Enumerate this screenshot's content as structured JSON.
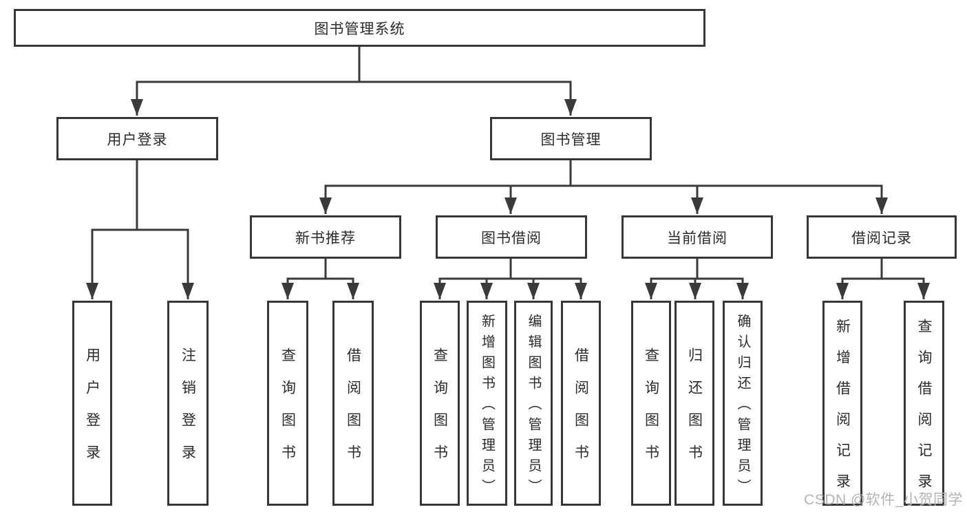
{
  "tree": {
    "label": "图书管理系统",
    "children": [
      {
        "label": "用户登录",
        "children": [
          {
            "label": "用户登录"
          },
          {
            "label": "注销登录"
          }
        ]
      },
      {
        "label": "图书管理",
        "children": [
          {
            "label": "新书推荐",
            "children": [
              {
                "label": "查询图书"
              },
              {
                "label": "借阅图书"
              }
            ]
          },
          {
            "label": "图书借阅",
            "children": [
              {
                "label": "查询图书"
              },
              {
                "label": "新增图书（管理员）"
              },
              {
                "label": "编辑图书（管理员）"
              },
              {
                "label": "借阅图书"
              }
            ]
          },
          {
            "label": "当前借阅",
            "children": [
              {
                "label": "查询图书"
              },
              {
                "label": "归还图书"
              },
              {
                "label": "确认归还（管理员）"
              }
            ]
          },
          {
            "label": "借阅记录",
            "children": [
              {
                "label": "新增借阅记录"
              },
              {
                "label": "查询借阅记录"
              }
            ]
          }
        ]
      }
    ]
  },
  "watermark": {
    "text": "CSDN @软件_小贺同学"
  },
  "colors": {
    "line": "#3a3a3a",
    "box_border": "#363636",
    "text": "#2b2b2b",
    "background": "#ffffff",
    "watermark": "#b6b1b3"
  }
}
